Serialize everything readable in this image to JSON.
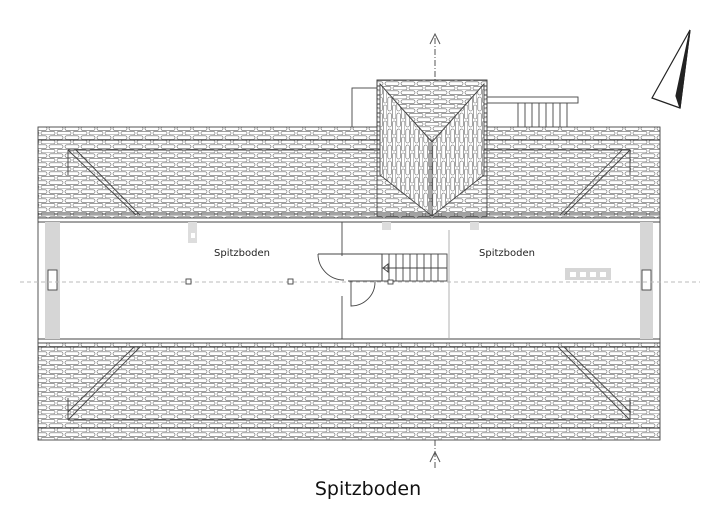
{
  "plan": {
    "title": "Spitzboden",
    "rooms": [
      {
        "label": "Spitzboden"
      },
      {
        "label": "Spitzboden"
      }
    ]
  },
  "colors": {
    "line": "#444444",
    "column": "#d6d6d6",
    "background": "#ffffff"
  }
}
